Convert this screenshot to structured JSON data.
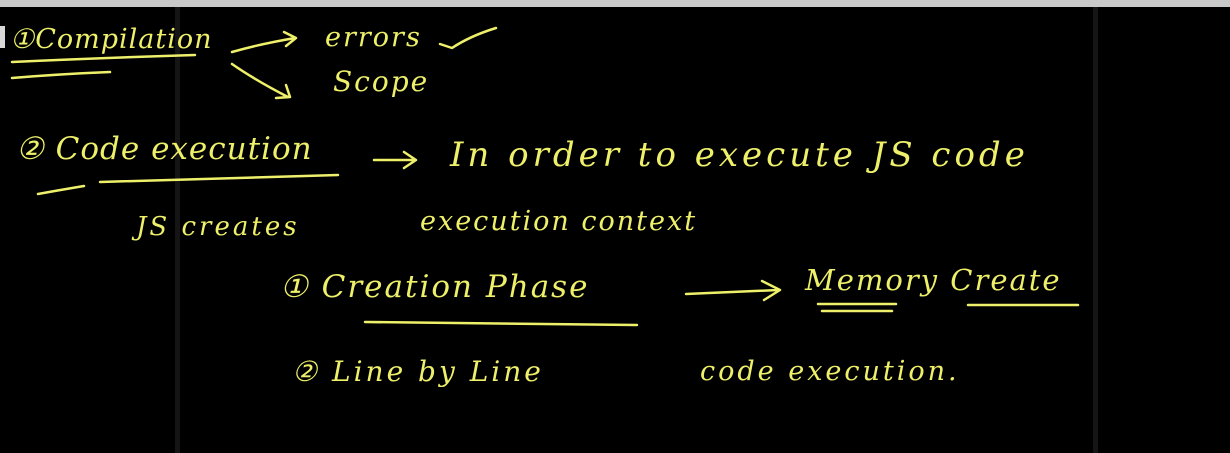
{
  "board": {
    "ink_color": "#eef06a",
    "background": "#000000",
    "lines": {
      "compilation": "①Compilation",
      "errors": "errors",
      "scope": "Scope",
      "code_execution": "② Code execution",
      "in_order": "In order to execute JS code",
      "js_creates": "JS creates",
      "execution_context": "execution context",
      "creation_phase": "① Creation Phase",
      "memory_create": "Memory Create",
      "line_by_line": "② Line by Line",
      "code_execution_2": "code execution."
    }
  }
}
